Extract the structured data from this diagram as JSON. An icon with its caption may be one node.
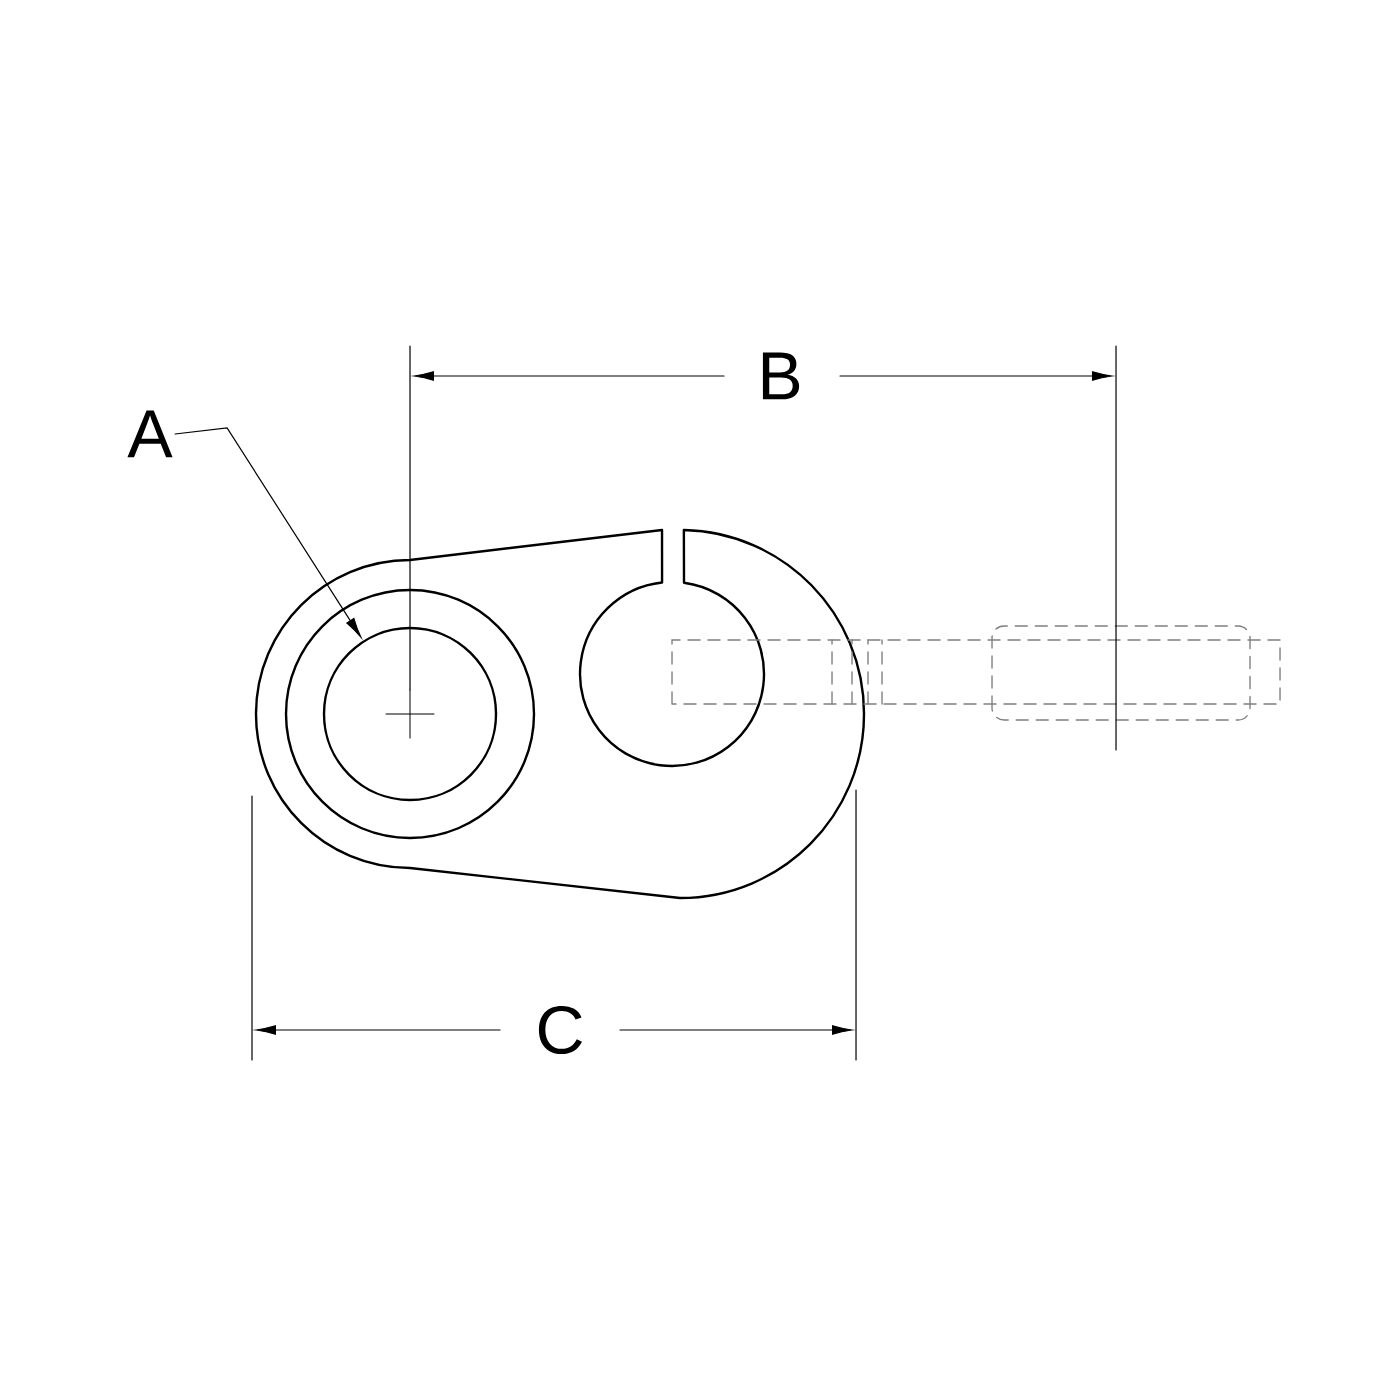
{
  "diagram": {
    "nodes": [
      {
        "text": [
          "A"
        ]
      },
      {
        "text": [],
        "shape": "circle"
      }
    ],
    "edges": [
      {
        "from": 0,
        "to": 1,
        "arrow": "to"
      }
    ],
    "labels": [
      "B",
      "C"
    ]
  }
}
